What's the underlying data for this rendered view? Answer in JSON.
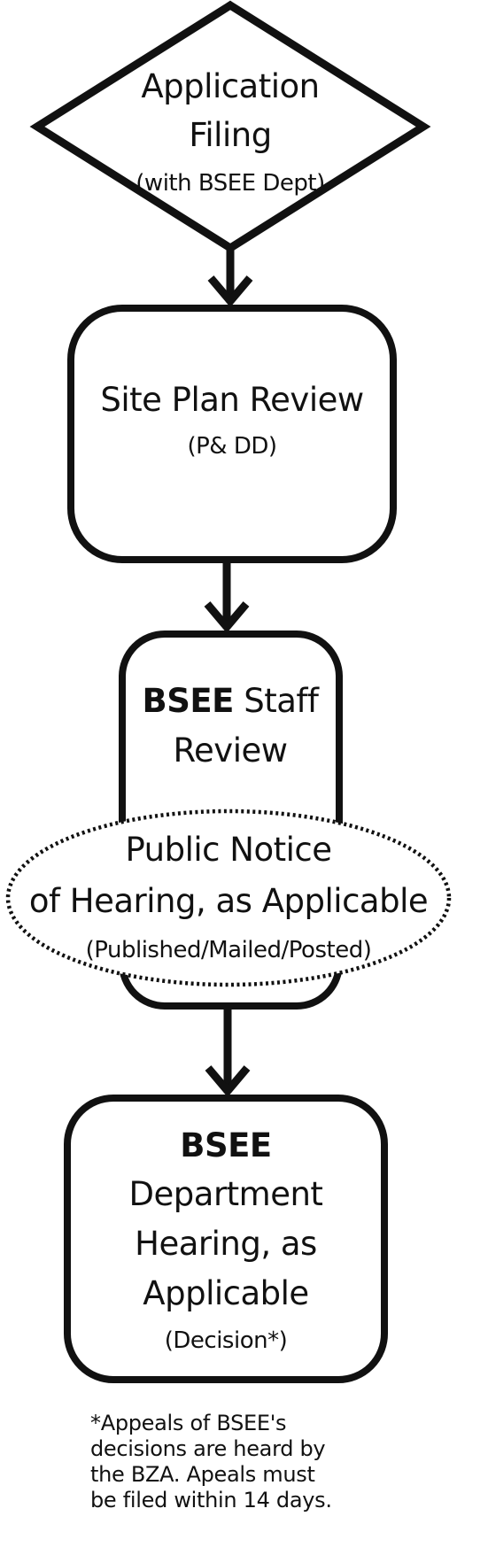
{
  "steps": {
    "filing": {
      "title_line1": "Application",
      "title_line2": "Filing",
      "subtitle": "(with BSEE Dept)"
    },
    "site_plan": {
      "title": "Site Plan Review",
      "subtitle": "(P& DD)"
    },
    "staff_review": {
      "title_bold": "BSEE",
      "title_rest": "Staff",
      "title_line2": "Review"
    },
    "public_notice": {
      "title_line1": "Public Notice",
      "title_line2": "of Hearing, as Applicable",
      "subtitle": "(Published/Mailed/Posted)"
    },
    "hearing": {
      "title_bold": "BSEE",
      "title_line2": "Department",
      "title_line3": "Hearing, as",
      "title_line4": "Applicable",
      "subtitle": "(Decision*)"
    }
  },
  "footnote": "*Appeals of BSEE's\ndecisions are heard by\nthe BZA.  Apeals must\nbe filed within 14 days.",
  "colors": {
    "stroke": "#111111",
    "background": "#ffffff"
  }
}
